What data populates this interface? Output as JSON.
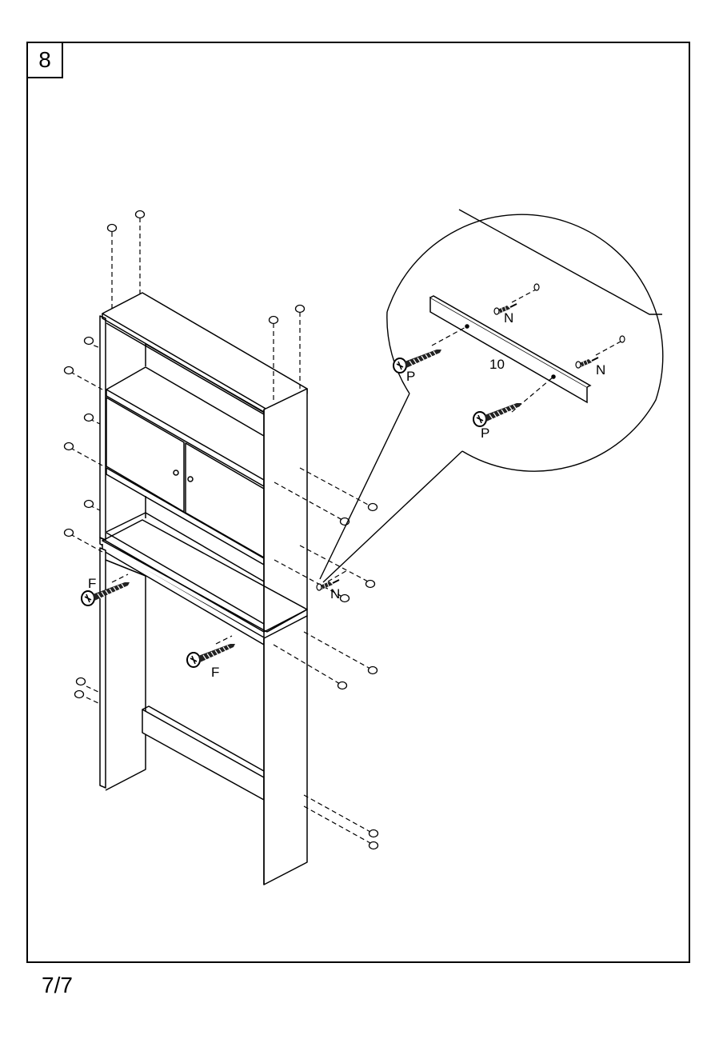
{
  "step": {
    "number": "8"
  },
  "footer": {
    "page": "7/7"
  },
  "labels": {
    "screw_f": "F",
    "screw_p": "P",
    "dowel_n": "N",
    "part_10": "10"
  }
}
